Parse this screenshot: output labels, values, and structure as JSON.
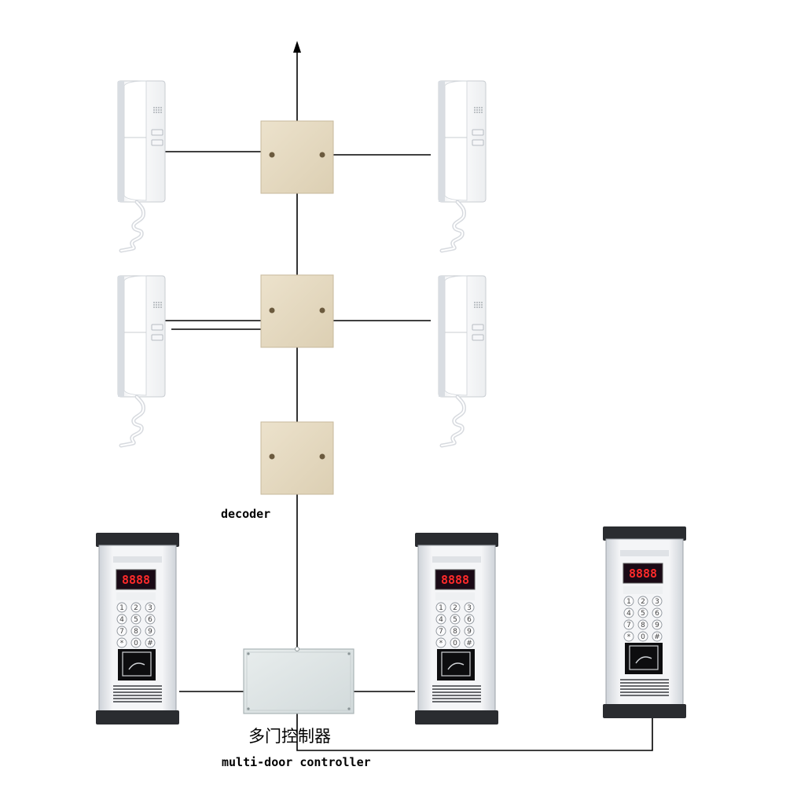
{
  "labels": {
    "decoder": "decoder",
    "controller_cn": "多门控制器",
    "controller_en": "multi-door controller"
  },
  "outdoor_panel": {
    "display_digits": "8888",
    "keys": [
      "1",
      "2",
      "3",
      "4",
      "5",
      "6",
      "7",
      "8",
      "9",
      "*",
      "0",
      "#"
    ]
  },
  "colors": {
    "line": "#000000",
    "decoder_box": "#e2d6be",
    "controller_box": "#dde3e3",
    "panel_body": "#e6e9ee",
    "display_bg": "#1a0a16",
    "display_digits": "#ff2a2a"
  },
  "icons": {
    "phone": "intercom-handset-icon",
    "decoder": "decoder-box-icon",
    "panel": "door-station-panel-icon",
    "controller": "controller-box-icon",
    "card": "card-reader-icon"
  }
}
